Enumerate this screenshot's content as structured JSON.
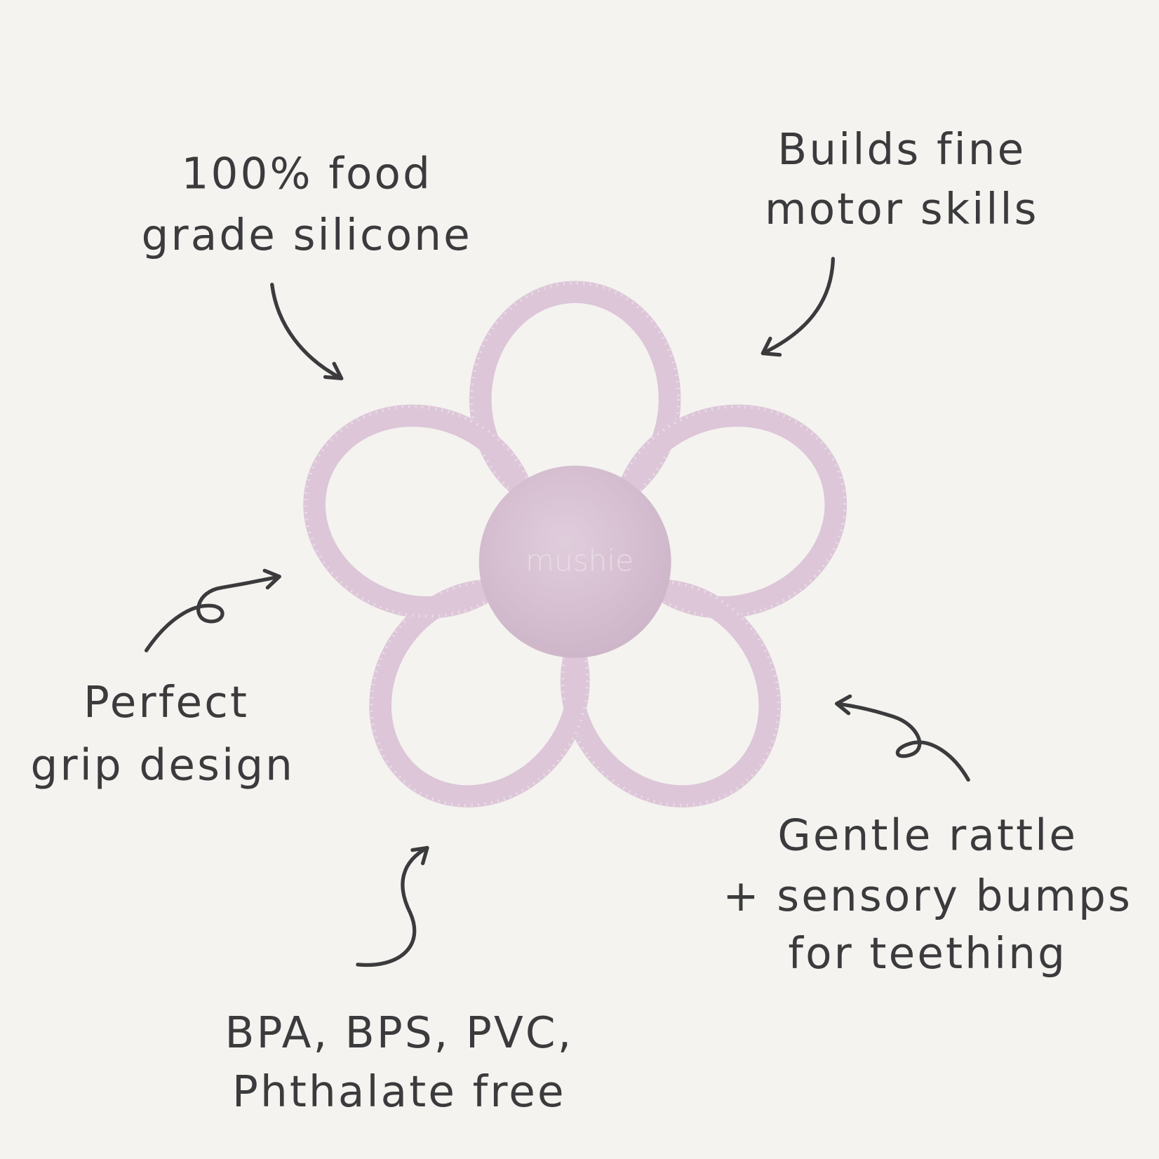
{
  "product": {
    "brand_logo": "mushie",
    "color": "#dcc6d8"
  },
  "callouts": {
    "silicone": [
      "100% food",
      "grade silicone"
    ],
    "motor": [
      "Builds fine",
      "motor skills"
    ],
    "grip": [
      "Perfect",
      "grip design"
    ],
    "free": [
      "BPA, BPS, PVC,",
      "Phthalate free"
    ],
    "rattle": [
      "Gentle rattle",
      "+ sensory bumps",
      "for teething"
    ]
  }
}
